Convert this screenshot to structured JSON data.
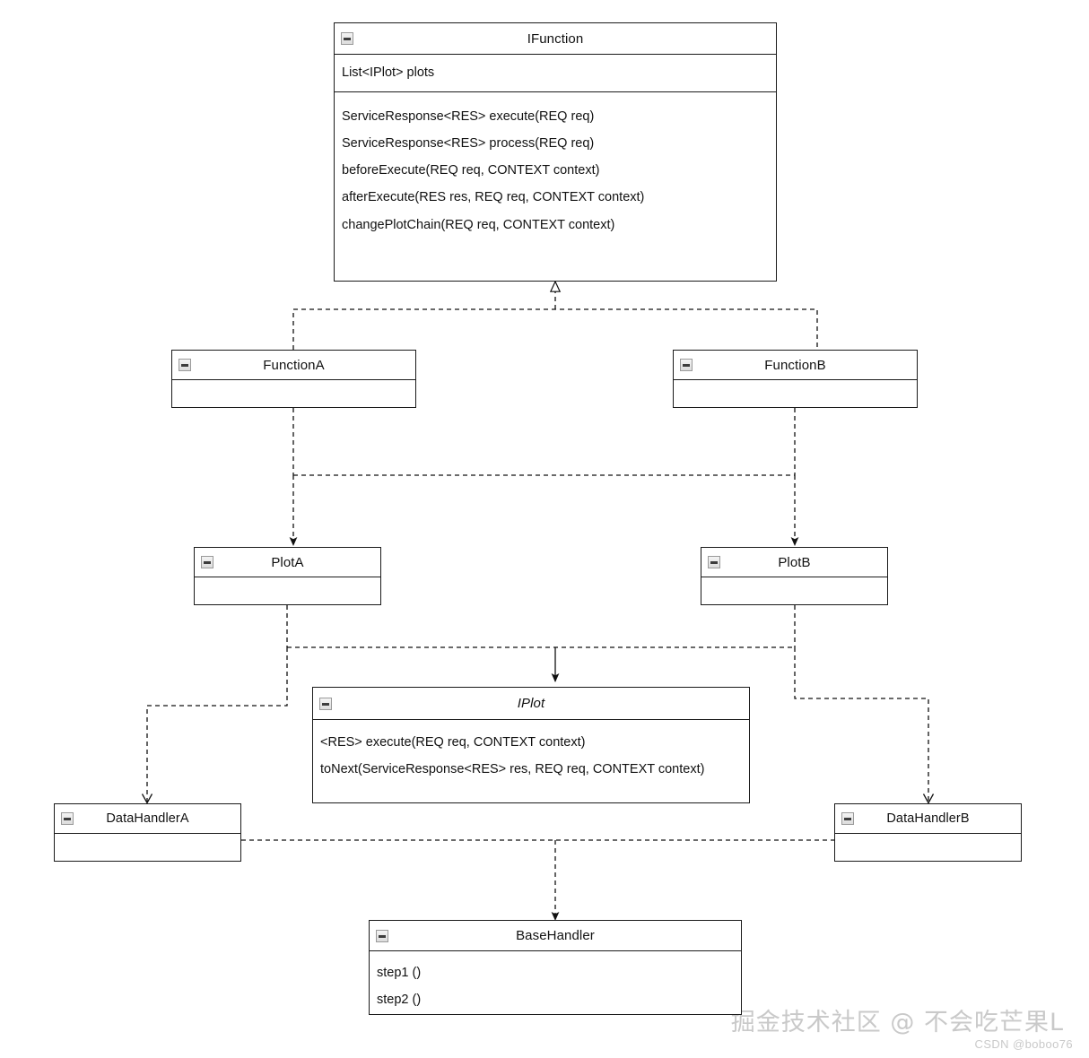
{
  "diagram": {
    "type": "uml-class-diagram",
    "background": "#ffffff",
    "line_color": "#1a1a1a"
  },
  "classes": {
    "ifunction": {
      "name": "IFunction",
      "stereotype": "interface-like",
      "italic": false,
      "icon": "collapse-minus-icon",
      "attributes": [
        "List<IPlot> plots"
      ],
      "methods": [
        "ServiceResponse<RES> execute(REQ req)",
        "ServiceResponse<RES> process(REQ req)",
        "beforeExecute(REQ req, CONTEXT context)",
        "afterExecute(RES res, REQ req, CONTEXT context)",
        "changePlotChain(REQ req, CONTEXT context)"
      ]
    },
    "functiona": {
      "name": "FunctionA",
      "italic": false,
      "icon": "collapse-minus-icon",
      "attributes": [],
      "methods": []
    },
    "functionb": {
      "name": "FunctionB",
      "italic": false,
      "icon": "collapse-minus-icon",
      "attributes": [],
      "methods": []
    },
    "plota": {
      "name": "PlotA",
      "italic": false,
      "icon": "collapse-minus-icon",
      "attributes": [],
      "methods": []
    },
    "plotb": {
      "name": "PlotB",
      "italic": false,
      "icon": "collapse-minus-icon",
      "attributes": [],
      "methods": []
    },
    "iplot": {
      "name": "IPlot",
      "stereotype": "interface",
      "italic": true,
      "icon": "collapse-minus-icon",
      "attributes": [],
      "methods": [
        "<RES> execute(REQ req, CONTEXT context)",
        "toNext(ServiceResponse<RES> res, REQ req, CONTEXT context)"
      ]
    },
    "datahandlera": {
      "name": "DataHandlerA",
      "italic": false,
      "icon": "collapse-minus-icon",
      "attributes": [],
      "methods": []
    },
    "datahandlerb": {
      "name": "DataHandlerB",
      "italic": false,
      "icon": "collapse-minus-icon",
      "attributes": [],
      "methods": []
    },
    "basehandler": {
      "name": "BaseHandler",
      "italic": false,
      "icon": "collapse-minus-icon",
      "attributes": [],
      "methods": [
        "step1 ()",
        "step2 ()"
      ]
    }
  },
  "relationships": [
    {
      "from": "FunctionA",
      "to": "IFunction",
      "style": "dashed",
      "arrow": "hollow-triangle",
      "kind": "realization"
    },
    {
      "from": "FunctionB",
      "to": "IFunction",
      "style": "dashed",
      "arrow": "hollow-triangle",
      "kind": "realization"
    },
    {
      "from": "FunctionA",
      "to": "PlotA",
      "style": "dashed",
      "arrow": "solid-filled",
      "kind": "dependency"
    },
    {
      "from": "FunctionB",
      "to": "PlotB",
      "style": "dashed",
      "arrow": "solid-filled",
      "kind": "dependency"
    },
    {
      "from": "PlotA",
      "to": "IPlot",
      "style": "solid",
      "arrow": "solid-filled",
      "kind": "dependency"
    },
    {
      "from": "PlotB",
      "to": "IPlot",
      "style": "dashed",
      "arrow": "solid-filled",
      "kind": "dependency"
    },
    {
      "from": "PlotA",
      "to": "DataHandlerA",
      "style": "dashed",
      "arrow": "open",
      "kind": "dependency"
    },
    {
      "from": "PlotB",
      "to": "DataHandlerB",
      "style": "dashed",
      "arrow": "open",
      "kind": "dependency"
    },
    {
      "from": "DataHandlerA",
      "to": "BaseHandler",
      "style": "dashed",
      "arrow": "solid-filled",
      "kind": "dependency"
    },
    {
      "from": "DataHandlerB",
      "to": "BaseHandler",
      "style": "dashed",
      "arrow": "solid-filled",
      "kind": "dependency"
    }
  ],
  "watermark": {
    "main": "掘金技术社区 @ 不会吃芒果L",
    "sub": "CSDN @boboo76",
    "color": "#c9c9c9"
  }
}
